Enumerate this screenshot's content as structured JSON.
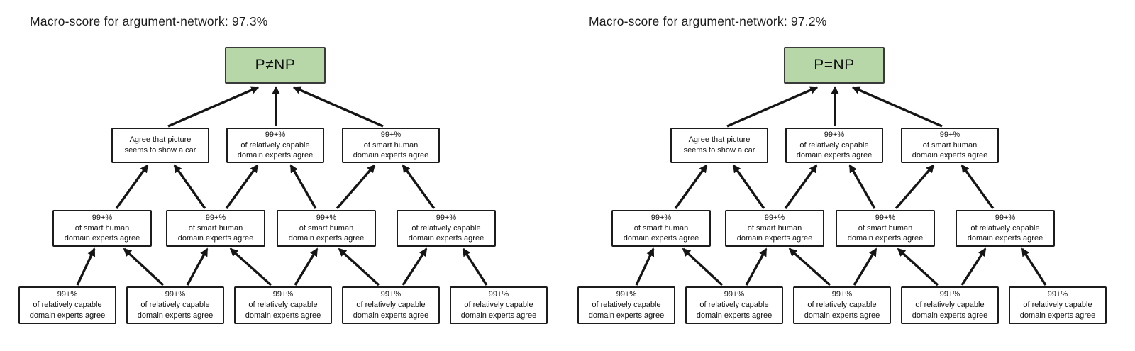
{
  "diagrams": [
    {
      "title": "Macro-score for argument-network: 97.3%",
      "root": "P≠NP",
      "row2": [
        "Agree that picture\nseems to show a car",
        "99+%\nof relatively capable\ndomain experts agree",
        "99+%\nof smart human\ndomain experts agree"
      ],
      "row3": [
        "99+%\nof smart human\ndomain experts agree",
        "99+%\nof smart human\ndomain experts agree",
        "99+%\nof smart human\ndomain experts agree",
        "99+%\nof relatively capable\ndomain experts agree"
      ],
      "row4": [
        "99+%\nof relatively capable\ndomain experts agree",
        "99+%\nof relatively capable\ndomain experts agree",
        "99+%\nof relatively capable\ndomain experts agree",
        "99+%\nof relatively capable\ndomain experts agree",
        "99+%\nof relatively capable\ndomain experts agree"
      ]
    },
    {
      "title": "Macro-score for argument-network: 97.2%",
      "root": "P=NP",
      "row2": [
        "Agree that picture\nseems to show a car",
        "99+%\nof relatively capable\ndomain experts agree",
        "99+%\nof smart human\ndomain experts agree"
      ],
      "row3": [
        "99+%\nof smart human\ndomain experts agree",
        "99+%\nof smart human\ndomain experts agree",
        "99+%\nof smart human\ndomain experts agree",
        "99+%\nof relatively capable\ndomain experts agree"
      ],
      "row4": [
        "99+%\nof relatively capable\ndomain experts agree",
        "99+%\nof relatively capable\ndomain experts agree",
        "99+%\nof relatively capable\ndomain experts agree",
        "99+%\nof relatively capable\ndomain experts agree",
        "99+%\nof relatively capable\ndomain experts agree"
      ]
    }
  ],
  "colors": {
    "root_fill": "#b7d7a9",
    "node_border": "#1c1c1c",
    "arrow": "#151515",
    "background": "#ffffff"
  }
}
